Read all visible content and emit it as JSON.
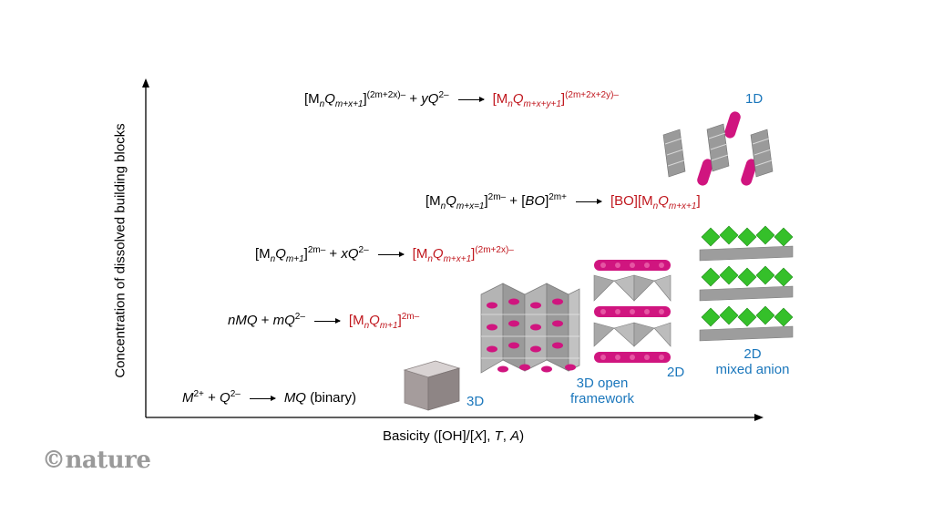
{
  "axes": {
    "x_label_parts": [
      "Basicity ([OH]/[",
      "X",
      "], ",
      "T",
      ", ",
      "A",
      ")"
    ],
    "y_label": "Concentration of dissolved building blocks"
  },
  "reactions": [
    {
      "lhs_1": "M",
      "lhs_1_sup": "2+",
      "lhs_2": " + ",
      "lhs_3": "Q",
      "lhs_3_sup": "2–",
      "product_1": "MQ",
      "product_2": " (binary)"
    },
    {
      "lhs_1": "nMQ",
      "lhs_2": " + ",
      "lhs_3": "mQ",
      "lhs_3_sup": "2–",
      "product_1": "[M",
      "product_sub1": "n",
      "product_2": "Q",
      "product_sub2": "m+1",
      "product_3": "]",
      "product_sup": "2m–"
    },
    {
      "lhs_1": "[M",
      "lhs_sub1": "n",
      "lhs_2": "Q",
      "lhs_sub2": "m+1",
      "lhs_3": "]",
      "lhs_sup": "2m–",
      "lhs_4": " + ",
      "lhs_5": "xQ",
      "lhs_5_sup": "2–",
      "product_1": "[M",
      "product_sub1": "n",
      "product_2": "Q",
      "product_sub2": "m+x+1",
      "product_3": "]",
      "product_sup": "(2m+2x)–"
    },
    {
      "lhs_1": "[M",
      "lhs_sub1": "n",
      "lhs_2": "Q",
      "lhs_sub2": "m+x=1",
      "lhs_3": "]",
      "lhs_sup": "2m–",
      "lhs_4": " + [",
      "lhs_5": "BO",
      "lhs_6": "]",
      "lhs_6_sup": "2m+",
      "product_1": "[BO][M",
      "product_sub1": "n",
      "product_2": "Q",
      "product_sub2": "m+x+1",
      "product_3": "]"
    },
    {
      "lhs_1": "[M",
      "lhs_sub1": "n",
      "lhs_2": "Q",
      "lhs_sub2": "m+x+1",
      "lhs_3": "]",
      "lhs_sup": "(2m+2x)–",
      "lhs_4": " + ",
      "lhs_5": "yQ",
      "lhs_5_sup": "2–",
      "product_1": "[M",
      "product_sub1": "n",
      "product_2": "Q",
      "product_sub2": "m+x+y+1",
      "product_3": "]",
      "product_sup": "(2m+2x+2y)–"
    }
  ],
  "structure_labels": {
    "s3d": "3D",
    "s3d_open_1": "3D open",
    "s3d_open_2": "framework",
    "s2d": "2D",
    "s2d_mixed_1": "2D",
    "s2d_mixed_2": "mixed anion",
    "s1d": "1D"
  },
  "logo": "©nature",
  "colors": {
    "product": "#c0161d",
    "label": "#1b77bc",
    "magenta": "#d0157f",
    "green": "#35c02a",
    "grey": "#9b9b9b"
  }
}
